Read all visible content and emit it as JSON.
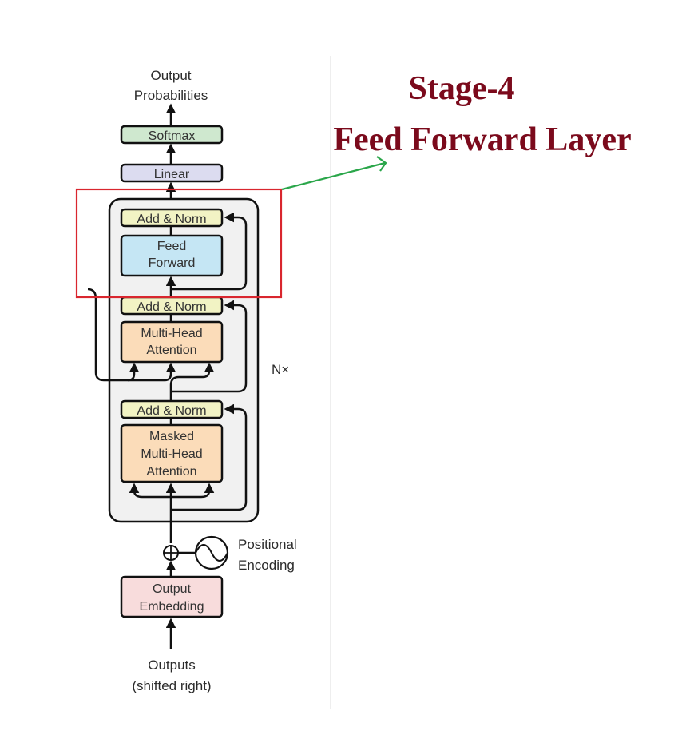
{
  "diagram": {
    "top_label": [
      "Output",
      "Probabilities"
    ],
    "softmax": "Softmax",
    "linear": "Linear",
    "ff_add_norm": "Add & Norm",
    "feed_forward": [
      "Feed",
      "Forward"
    ],
    "mha_add_norm": "Add & Norm",
    "multi_head_attention": [
      "Multi-Head",
      "Attention"
    ],
    "nx_label": "N×",
    "masked_add_norm": "Add & Norm",
    "masked_attention": [
      "Masked",
      "Multi-Head",
      "Attention"
    ],
    "positional_encoding": [
      "Positional",
      "Encoding"
    ],
    "output_embedding": [
      "Output",
      "Embedding"
    ],
    "bottom_label": [
      "Outputs",
      "(shifted right)"
    ]
  },
  "annotation": {
    "stage": "Stage-4",
    "title": "Feed Forward Layer"
  },
  "colors": {
    "softmax": "#cfe8cf",
    "linear": "#dcdcf0",
    "add_norm": "#f2f3c4",
    "feed_forward": "#c5e6f4",
    "attention": "#fbdcb9",
    "embedding": "#f8dcdc",
    "block_bg": "#f1f1f1",
    "highlight": "#d9262e",
    "arrow": "#2aa64a",
    "title": "#7b0a1c"
  }
}
